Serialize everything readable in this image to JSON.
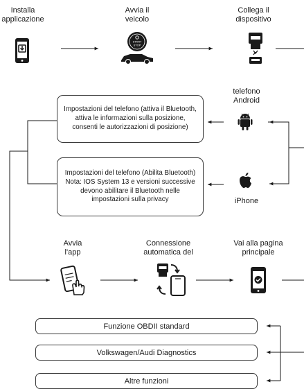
{
  "steps_top": [
    {
      "line1": "Installa",
      "line2": "applicazione",
      "icon": "phone-download-icon"
    },
    {
      "line1": "Avvia il",
      "line2": "veicolo",
      "icon": "start-stop-car-icon"
    },
    {
      "line1": "Collega il",
      "line2": "dispositivo",
      "icon": "obd-connector-icon"
    }
  ],
  "start_button_text": {
    "line1": "START",
    "line2": "STOP"
  },
  "platforms": {
    "android": {
      "line1": "telefono",
      "line2": "Android",
      "icon": "android-icon"
    },
    "iphone": {
      "label": "iPhone",
      "icon": "apple-icon"
    }
  },
  "settings_boxes": {
    "android": "Impostazioni del telefono (attiva il Bluetooth, attiva le informazioni sulla posizione, consenti le autorizzazioni di posizione)",
    "iphone": "Impostazioni del telefono (Abilita Bluetooth) Nota: IOS System 13 e versioni successive devono abilitare il Bluetooth nelle impostazioni sulla privacy"
  },
  "steps_bottom": [
    {
      "line1": "Avvia",
      "line2": "l'app",
      "icon": "tap-app-icon"
    },
    {
      "line1": "Connessione",
      "line2": "automatica del",
      "icon": "auto-connect-icon"
    },
    {
      "line1": "Vai alla pagina",
      "line2": "principale",
      "icon": "phone-check-icon"
    }
  ],
  "functions": [
    "Funzione OBDII standard",
    "Volkswagen/Audi Diagnostics",
    "Altre funzioni"
  ]
}
